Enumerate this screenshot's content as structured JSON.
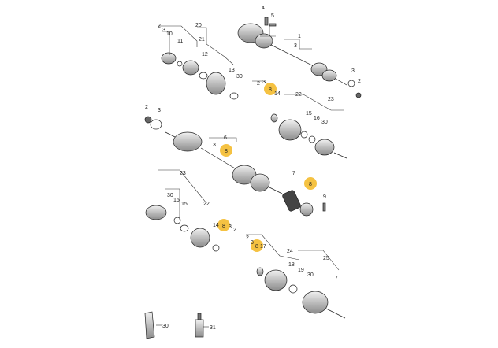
{
  "colors": {
    "background": "#ffffff",
    "part_fill": "#d9d9d9",
    "part_dark": "#8a8a8a",
    "line": "#333333",
    "highlight": "#f5c242"
  },
  "labels": [
    {
      "id": "l4",
      "text": "4"
    },
    {
      "id": "l5",
      "text": "5"
    },
    {
      "id": "l1",
      "text": "1"
    },
    {
      "id": "l3a",
      "text": "3"
    },
    {
      "id": "l2a",
      "text": "2"
    },
    {
      "id": "l3b",
      "text": "3"
    },
    {
      "id": "l10",
      "text": "10"
    },
    {
      "id": "l20",
      "text": "20"
    },
    {
      "id": "l21",
      "text": "21"
    },
    {
      "id": "l11",
      "text": "11"
    },
    {
      "id": "l12",
      "text": "12"
    },
    {
      "id": "l13",
      "text": "13"
    },
    {
      "id": "l30a",
      "text": "30"
    },
    {
      "id": "l3c",
      "text": "3"
    },
    {
      "id": "l2b",
      "text": "2"
    },
    {
      "id": "l2c",
      "text": "2"
    },
    {
      "id": "l3d",
      "text": "3"
    },
    {
      "id": "l14a",
      "text": "14"
    },
    {
      "id": "l22a",
      "text": "22"
    },
    {
      "id": "l23a",
      "text": "23"
    },
    {
      "id": "l15a",
      "text": "15"
    },
    {
      "id": "l16a",
      "text": "16"
    },
    {
      "id": "l30b",
      "text": "30"
    },
    {
      "id": "l2d",
      "text": "2"
    },
    {
      "id": "l3e",
      "text": "3"
    },
    {
      "id": "l6",
      "text": "6"
    },
    {
      "id": "l3f",
      "text": "3"
    },
    {
      "id": "l7a",
      "text": "7"
    },
    {
      "id": "l9",
      "text": "9"
    },
    {
      "id": "l23b",
      "text": "23"
    },
    {
      "id": "l30c",
      "text": "30"
    },
    {
      "id": "l16b",
      "text": "16"
    },
    {
      "id": "l15b",
      "text": "15"
    },
    {
      "id": "l22b",
      "text": "22"
    },
    {
      "id": "l14b",
      "text": "14"
    },
    {
      "id": "l3g",
      "text": "3"
    },
    {
      "id": "l2e",
      "text": "2"
    },
    {
      "id": "l2f",
      "text": "2"
    },
    {
      "id": "l3h",
      "text": "3"
    },
    {
      "id": "l17",
      "text": "17"
    },
    {
      "id": "l24",
      "text": "24"
    },
    {
      "id": "l25",
      "text": "25"
    },
    {
      "id": "l18",
      "text": "18"
    },
    {
      "id": "l19",
      "text": "19"
    },
    {
      "id": "l30d",
      "text": "30"
    },
    {
      "id": "l7b",
      "text": "7"
    },
    {
      "id": "l30e",
      "text": "30"
    },
    {
      "id": "l31",
      "text": "31"
    }
  ],
  "highlights": [
    {
      "id": "h8a",
      "text": "8"
    },
    {
      "id": "h8b",
      "text": "8"
    },
    {
      "id": "h8c",
      "text": "8"
    },
    {
      "id": "h8d",
      "text": "8"
    },
    {
      "id": "h8e",
      "text": "8"
    }
  ]
}
